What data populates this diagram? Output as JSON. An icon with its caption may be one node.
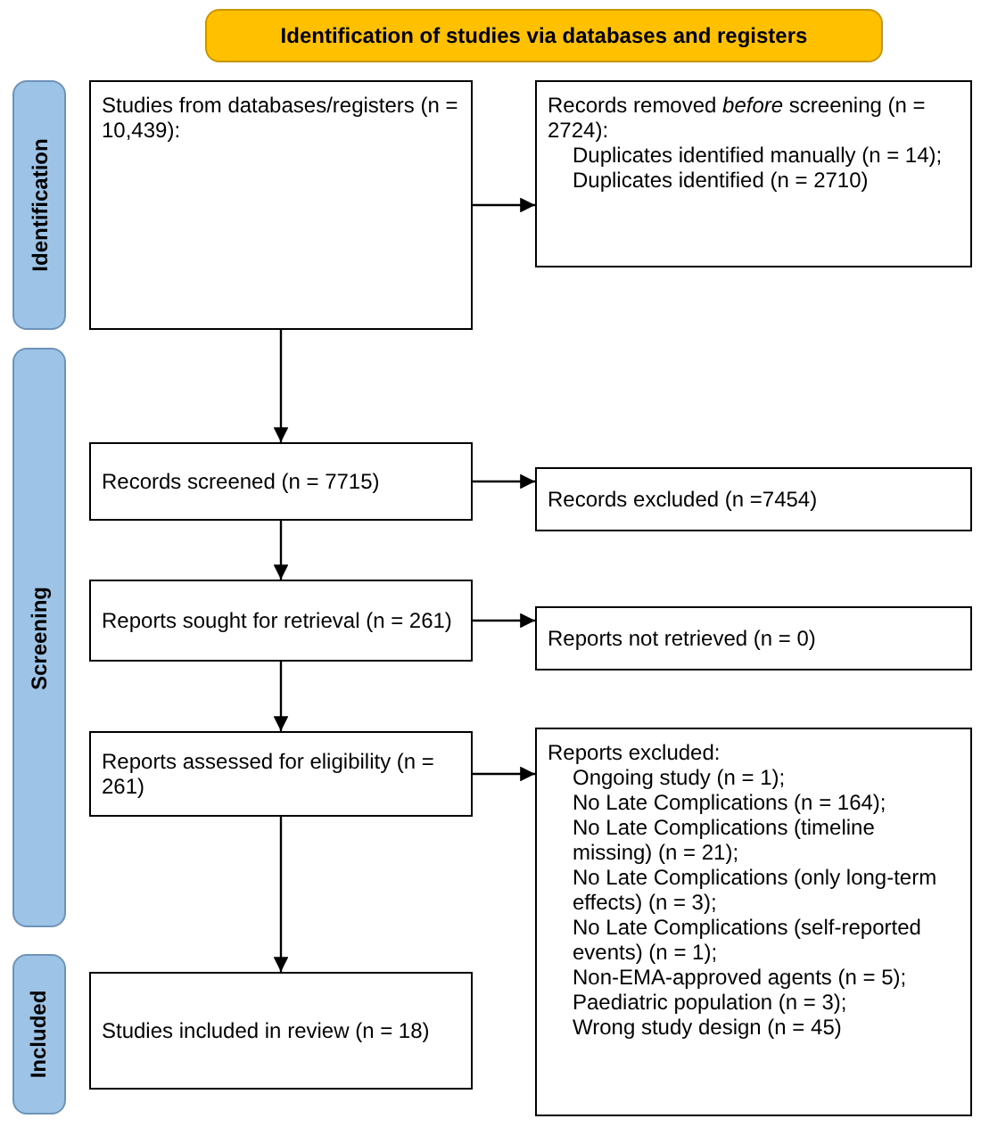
{
  "diagram": {
    "nodes": [
      {
        "text": [
          "Identification of studies via databases and registers"
        ]
      },
      {
        "text": [
          "Identification"
        ]
      },
      {
        "text": [
          "Screening"
        ]
      },
      {
        "text": [
          "Included"
        ]
      },
      {
        "text": [
          "Studies from databases/registers (n = 10,439):"
        ]
      },
      {
        "text": [
          "Records removed *before* screening (n = 2724):",
          "Duplicates identified manually (n = 14);",
          "Duplicates identified (n = 2710)"
        ]
      },
      {
        "text": [
          "Records screened (n = 7715)"
        ]
      },
      {
        "text": [
          "Records excluded (n =7454)"
        ]
      },
      {
        "text": [
          "Reports sought for retrieval (n = 261)"
        ]
      },
      {
        "text": [
          "Reports not retrieved (n = 0)"
        ]
      },
      {
        "text": [
          "Reports assessed for eligibility (n = 261)"
        ]
      },
      {
        "text": [
          "Reports excluded:",
          "Ongoing study (n = 1);",
          "No Late Complications (n = 164);",
          "No Late Complications (timeline missing) (n = 21);",
          "No Late Complications (only long-term effects) (n = 3);",
          "No Late Complications (self-reported events) (n = 1);",
          "Non-EMA-approved agents (n = 5);",
          "Paediatric population (n = 3);",
          "Wrong study design (n = 45)"
        ]
      },
      {
        "text": [
          "Studies included in review (n = 18)"
        ]
      }
    ],
    "edges": [
      {
        "from": 4,
        "to": 5,
        "arrow": "to"
      },
      {
        "from": 4,
        "to": 6,
        "arrow": "to"
      },
      {
        "from": 6,
        "to": 7,
        "arrow": "to"
      },
      {
        "from": 6,
        "to": 8,
        "arrow": "to"
      },
      {
        "from": 8,
        "to": 9,
        "arrow": "to"
      },
      {
        "from": 8,
        "to": 10,
        "arrow": "to"
      },
      {
        "from": 10,
        "to": 11,
        "arrow": "to"
      },
      {
        "from": 10,
        "to": 12,
        "arrow": "to"
      }
    ]
  }
}
